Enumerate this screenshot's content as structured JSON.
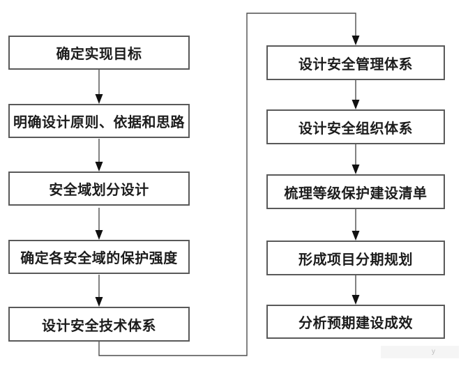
{
  "diagram": {
    "left_column": [
      {
        "label": "确定实现目标"
      },
      {
        "label": "明确设计原则、依据和思路"
      },
      {
        "label": "安全域划分设计"
      },
      {
        "label": "确定各安全域的保护强度"
      },
      {
        "label": "设计安全技术体系"
      }
    ],
    "right_column": [
      {
        "label": "设计安全管理体系"
      },
      {
        "label": "设计安全组织体系"
      },
      {
        "label": "梳理等级保护建设清单"
      },
      {
        "label": "形成项目分期规划"
      },
      {
        "label": "分析预期建设成效"
      }
    ]
  },
  "watermark": {
    "text": "y"
  },
  "colors": {
    "background": "#ffffff",
    "box-border": "#595959",
    "line": "#4d4d4d",
    "arrow": "#111111",
    "text": "#1c1c1c",
    "watermark-bg": "#f5f5f5",
    "watermark-text": "#bdbdbd"
  }
}
